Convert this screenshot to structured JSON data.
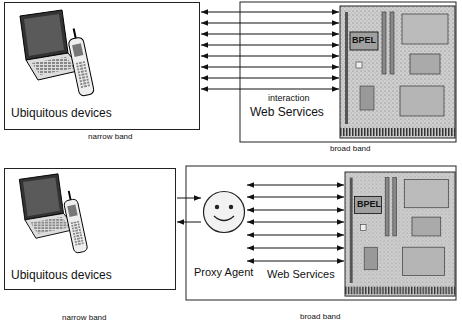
{
  "diagram": {
    "nodes": [
      {
        "text": [
          "Ubiquitous devices"
        ]
      },
      {
        "text": [
          "Web Services"
        ]
      },
      {
        "text": [
          "Ubiquitous devices"
        ]
      },
      {
        "text": [
          "Proxy Agent"
        ]
      },
      {
        "text": [
          "Web Services"
        ]
      }
    ],
    "edges": [
      {
        "from": 0,
        "to": 1,
        "arrow": "both"
      },
      {
        "from": 0,
        "to": 1,
        "arrow": "both"
      },
      {
        "from": 0,
        "to": 1,
        "arrow": "both"
      },
      {
        "from": 0,
        "to": 1,
        "arrow": "both"
      },
      {
        "from": 0,
        "to": 1,
        "arrow": "both"
      },
      {
        "from": 0,
        "to": 1,
        "arrow": "both"
      },
      {
        "from": 0,
        "to": 1,
        "arrow": "both"
      },
      {
        "from": 0,
        "to": 1,
        "arrow": "both"
      },
      {
        "from": 2,
        "to": 3,
        "arrow": "to"
      },
      {
        "from": 3,
        "to": 2,
        "arrow": "to"
      },
      {
        "from": 3,
        "to": 4,
        "arrow": "both"
      },
      {
        "from": 3,
        "to": 4,
        "arrow": "both"
      },
      {
        "from": 3,
        "to": 4,
        "arrow": "both"
      },
      {
        "from": 3,
        "to": 4,
        "arrow": "both"
      },
      {
        "from": 3,
        "to": 4,
        "arrow": "both"
      },
      {
        "from": 3,
        "to": 4,
        "arrow": "both"
      },
      {
        "from": 3,
        "to": 4,
        "arrow": "both"
      }
    ],
    "labels": [
      "BPEL",
      "interaction",
      "narrow band",
      "broad band",
      "BPEL",
      "narrow band",
      "broad band"
    ]
  }
}
